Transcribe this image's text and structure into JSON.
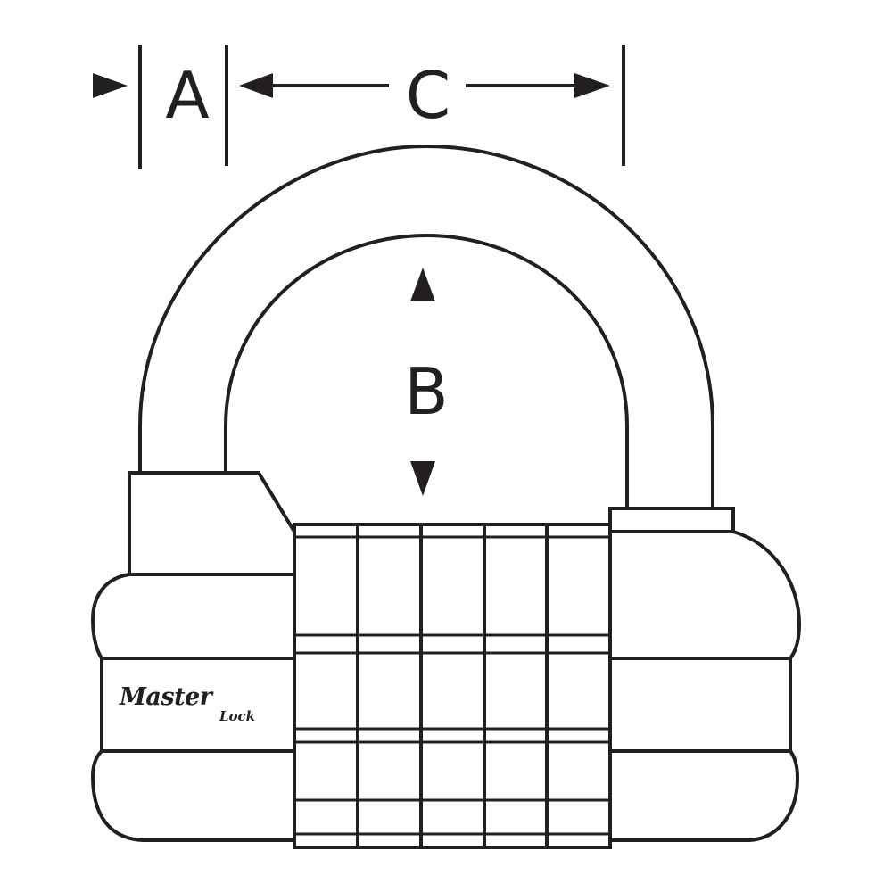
{
  "dimensions": {
    "a_label": "A",
    "b_label": "B",
    "c_label": "C"
  },
  "logo": {
    "line1": "Master",
    "line2": "Lock"
  },
  "colors": {
    "stroke": "#231f20",
    "background": "#ffffff"
  }
}
